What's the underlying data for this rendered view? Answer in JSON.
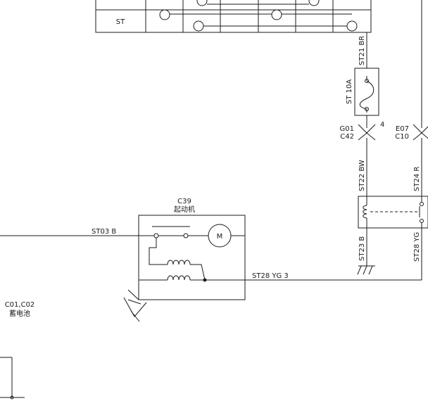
{
  "switch_table": {
    "row_label": "ST"
  },
  "fuse": {
    "label": "ST 10A"
  },
  "wires": {
    "st21": "ST21 BR",
    "st22": "ST22 BW",
    "st23": "ST23 B",
    "st24": "ST24 R",
    "st28_relay": "ST28 YG",
    "st28_main": "ST28 YG 3",
    "st03": "ST03 B"
  },
  "connectors": {
    "g01": "G01",
    "c42": "C42",
    "pin4": "4",
    "e07": "E07",
    "c10": "C10"
  },
  "starter": {
    "code": "C39",
    "name": "起动机",
    "motor_symbol": "M"
  },
  "battery": {
    "code": "C01,C02",
    "name": "蓄电池"
  }
}
